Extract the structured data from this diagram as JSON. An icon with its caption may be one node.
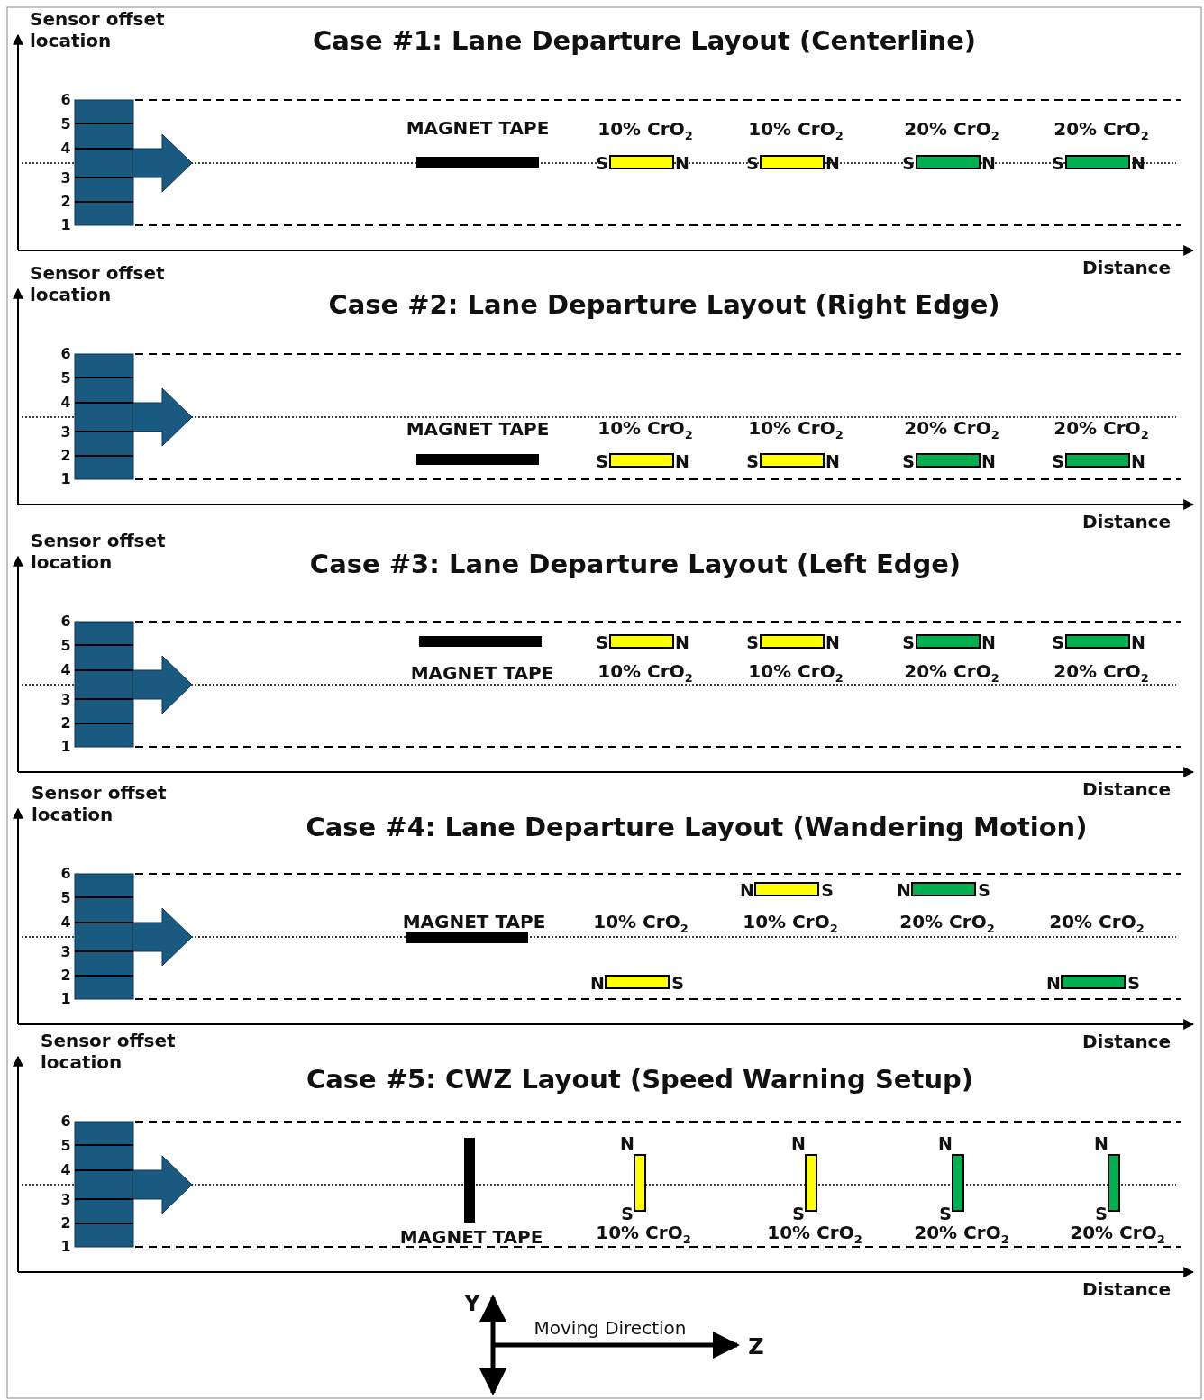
{
  "diagram": {
    "labels": [
      "Sensor offset location",
      "Case #1: Lane Departure Layout (Centerline)",
      "6",
      "5",
      "4",
      "3",
      "2",
      "1",
      "MAGNET TAPE",
      "10% CrO$_{2}$",
      "10% CrO$_{2}$",
      "20% CrO$_{2}$",
      "20% CrO$_{2}$",
      "S",
      "N",
      "S",
      "N",
      "S",
      "N",
      "S",
      "N",
      "Distance",
      "Sensor offset location",
      "Case #2: Lane Departure Layout (Right Edge)",
      "6",
      "5",
      "4",
      "3",
      "2",
      "1",
      "MAGNET TAPE",
      "10% CrO$_{2}$",
      "10% CrO$_{2}$",
      "20% CrO$_{2}$",
      "20% CrO$_{2}$",
      "S",
      "N",
      "S",
      "N",
      "S",
      "N",
      "S",
      "N",
      "Distance",
      "Sensor offset location",
      "Case #3: Lane Departure Layout (Left Edge)",
      "6",
      "5",
      "4",
      "3",
      "2",
      "1",
      "MAGNET TAPE",
      "10% CrO$_{2}$",
      "10% CrO$_{2}$",
      "20% CrO$_{2}$",
      "20% CrO$_{2}$",
      "S",
      "N",
      "S",
      "N",
      "S",
      "N",
      "S",
      "N",
      "Distance",
      "Sensor offset location",
      "Case #4: Lane Departure Layout (Wandering Motion)",
      "6",
      "5",
      "4",
      "3",
      "2",
      "1",
      "MAGNET TAPE",
      "10% CrO$_{2}$",
      "10% CrO$_{2}$",
      "20% CrO$_{2}$",
      "20% CrO$_{2}$",
      "N",
      "S",
      "N",
      "S",
      "N",
      "S",
      "N",
      "S",
      "Distance",
      "Sensor offset location",
      "Case #5: CWZ Layout (Speed Warning Setup)",
      "6",
      "5",
      "4",
      "3",
      "2",
      "1",
      "MAGNET TAPE",
      "10% CrO$_{2}$",
      "10% CrO$_{2}$",
      "20% CrO$_{2}$",
      "20% CrO$_{2}$",
      "N",
      "S",
      "N",
      "S",
      "N",
      "S",
      "N",
      "S",
      "Distance",
      "Y",
      "Moving Direction",
      "Z"
    ]
  }
}
